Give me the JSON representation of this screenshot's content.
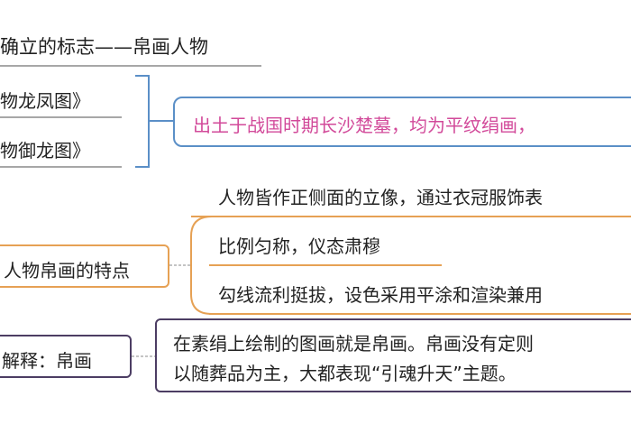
{
  "colors": {
    "blue_accent": "#5b8fc7",
    "pink_text": "#d24a9a",
    "orange_accent": "#e6a154",
    "dark_purple": "#4c3d63",
    "gray_line": "#8a8a8a"
  },
  "topic": {
    "title": "确立的标志——帛画人物"
  },
  "silk_paintings": {
    "items": [
      "物龙凤图》",
      "物御龙图》"
    ],
    "note": "出土于战国时期长沙楚墓，均为平纹绢画，"
  },
  "features": {
    "label": "人物帛画的特点",
    "items": [
      "人物皆作正侧面的立像，通过衣冠服饰表",
      "比例匀称，仪态肃穆",
      "勾线流利挺拔，设色采用平涂和渲染兼用"
    ]
  },
  "definition": {
    "label": "解释：帛画",
    "line1": "在素绢上绘制的图画就是帛画。帛画没有定则",
    "line2": "以随葬品为主，大都表现“引魂升天”主题。"
  }
}
